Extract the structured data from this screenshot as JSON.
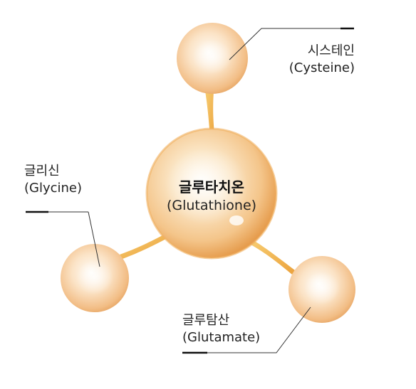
{
  "diagram": {
    "center": {
      "korean": "글루타치온",
      "english": "(Glutathione)"
    },
    "components": [
      {
        "id": "cysteine",
        "korean": "시스테인",
        "english": "(Cysteine)"
      },
      {
        "id": "glycine",
        "korean": "글리신",
        "english": "(Glycine)"
      },
      {
        "id": "glutamate",
        "korean": "글루탐산",
        "english": "(Glutamate)"
      }
    ],
    "colors": {
      "sphere_highlight": "#fffaf2",
      "sphere_mid": "#f8d9a8",
      "sphere_edge": "#eda85a",
      "bond": "#f2b54e",
      "leader_line": "#333333"
    }
  }
}
